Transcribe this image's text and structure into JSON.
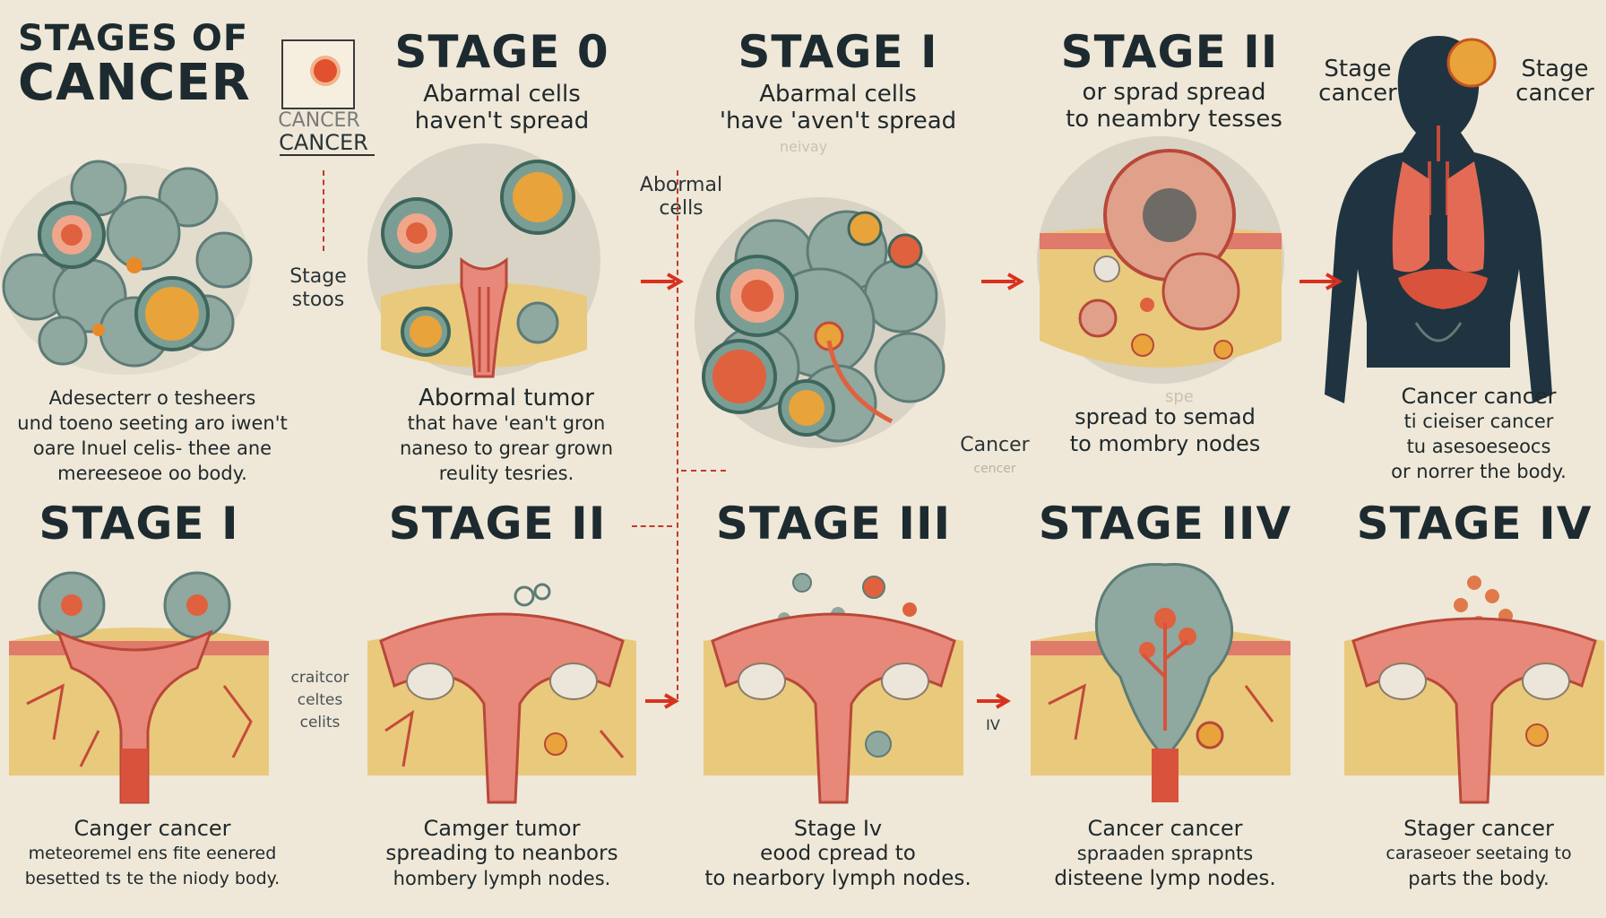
{
  "title": {
    "line1": "STAGES OF",
    "line2": "CANCER"
  },
  "legend": {
    "line1": "CANCER",
    "line2": "CANCER"
  },
  "notes": {
    "stage_soos": [
      "Stage",
      "stoos"
    ],
    "abnormal_cells": [
      "Abormal",
      "cells"
    ],
    "cancer_cencer": [
      "Cancer",
      "cencer"
    ],
    "cancer_cells": [
      "craitcor",
      "celtes",
      "celits"
    ],
    "iv_label": "IV"
  },
  "top_row": [
    {
      "title": "",
      "header": [],
      "caption": [
        "Adesecterr o tesheers",
        "und toeno seeting aro iwen't",
        "oare Inuel celis- thee ane",
        "mereeseoe oo body."
      ]
    },
    {
      "title": "STAGE 0",
      "header": [
        "Abarmal cells",
        "haven't spread"
      ],
      "caption": [
        "Abormal tumor",
        "that have 'ean't gron",
        "naneso to grear grown",
        "reulity tesries."
      ]
    },
    {
      "title": "STAGE I",
      "header": [
        "Abarmal cells",
        "'have 'aven't spread"
      ],
      "faint": "neivay",
      "caption": []
    },
    {
      "title": "STAGE II",
      "header": [
        "or sprad spread",
        "to neambry tesses"
      ],
      "faint": "spe",
      "caption": [
        "spread to semad",
        "to mombry nodes"
      ]
    },
    {
      "title": "",
      "header_left": [
        "Stage",
        "cancer"
      ],
      "header_right": [
        "Stage",
        "cancer"
      ],
      "caption": [
        "Cancer cancer",
        "ti cieiser cancer",
        "tu asesoeseocs",
        "or norrer the body."
      ]
    }
  ],
  "bottom_row": [
    {
      "title": "STAGE I",
      "caption": [
        "Canger cancer",
        "meteoremel ens fite eenered",
        "besetted ts te the niody body."
      ]
    },
    {
      "title": "STAGE II",
      "caption": [
        "Camger tumor",
        "spreading to neanbors",
        "hombery lymph nodes."
      ]
    },
    {
      "title": "STAGE III",
      "caption": [
        "Stage Iv",
        "eood cpread to",
        "to nearbory lymph nodes."
      ]
    },
    {
      "title": "STAGE IIV",
      "caption": [
        "Cancer cancer",
        "spraaden sprapnts",
        "disteene lymp nodes."
      ]
    },
    {
      "title": "STAGE IV",
      "caption": [
        "Stager cancer",
        "caraseoer seetaing to",
        "parts the body."
      ]
    }
  ],
  "colors": {
    "background": "#efe8d8",
    "cell_gray": "#8fa8a0",
    "cell_orange": "#e8a33a",
    "tumor_red": "#e1462f",
    "tissue_yellow": "#e9c97c",
    "uterus_pink": "#e8887a",
    "arrow_red": "#d8321f",
    "body_navy": "#1f3440"
  }
}
